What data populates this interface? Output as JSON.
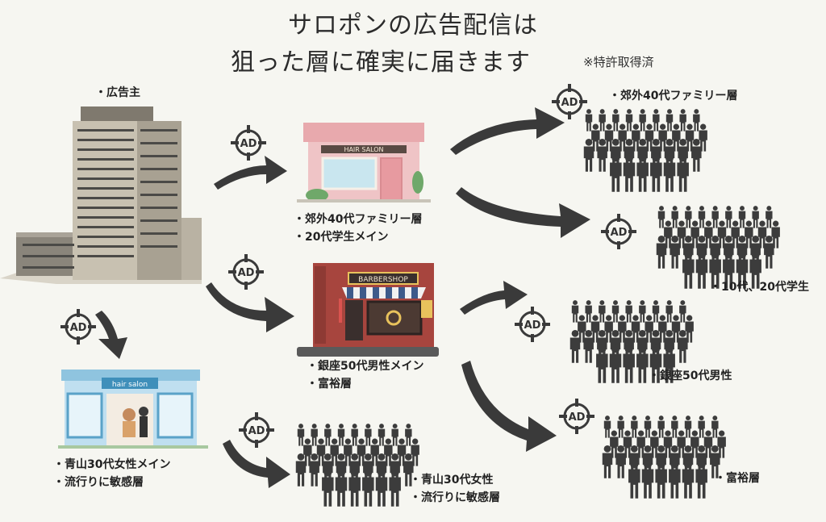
{
  "title": {
    "line1": "サロポンの広告配信は",
    "line2": "狙った層に確実に届きます",
    "note": "※特許取得済"
  },
  "advertiser": {
    "label": "・広告主"
  },
  "ad_badge": "AD",
  "salons": {
    "hair_salon_pink": {
      "sign": "HAIR SALON",
      "lines": [
        "・郊外40代ファミリー層",
        "・20代学生メイン"
      ]
    },
    "barbershop": {
      "sign": "BARBERSHOP",
      "lines": [
        "・銀座50代男性メイン",
        "・富裕層"
      ]
    },
    "hair_salon_blue": {
      "sign": "hair salon",
      "lines": [
        "・青山30代女性メイン",
        "・流行りに敏感層"
      ]
    }
  },
  "audiences": {
    "family40": "・郊外40代ファミリー層",
    "students": "・10代、20代学生",
    "ginza50": "・銀座50代男性",
    "wealthy": "・富裕層",
    "aoyama": [
      "・青山30代女性",
      "・流行りに敏感層"
    ]
  },
  "colors": {
    "arrow": "#3a3a3a",
    "crowd": "#3c3c3c",
    "pink": "#e8a9ad",
    "brick": "#a7453e",
    "blue": "#8fc4df"
  }
}
